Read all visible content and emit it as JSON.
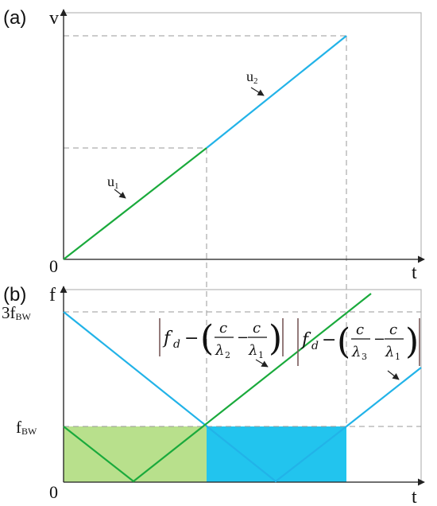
{
  "panel_a": {
    "label": "(a)",
    "y_axis_label": "v",
    "x_axis_label": "t",
    "origin_label": "0",
    "segment_1_label": "u",
    "segment_1_sub": "1",
    "segment_2_label": "u",
    "segment_2_sub": "2"
  },
  "panel_b": {
    "label": "(b)",
    "y_axis_label": "f",
    "x_axis_label": "t",
    "origin_label": "0",
    "tick_high": "3f",
    "tick_high_sub": "BW",
    "tick_low": "f",
    "tick_low_sub": "BW",
    "formula_1": {
      "f": "f",
      "d": "d",
      "minus": "−",
      "c_num": "c",
      "lambda": "λ",
      "sub_a": "2",
      "sub_b": "1"
    },
    "formula_2": {
      "f": "f",
      "d": "d",
      "minus": "−",
      "c_num": "c",
      "lambda": "λ",
      "sub_a": "3",
      "sub_b": "1"
    }
  },
  "colors": {
    "green_line": "#1aaa3c",
    "blue_line": "#22b3e8",
    "green_fill": "#b8e08c",
    "blue_fill": "#22c4ee",
    "dashed": "#9a9a9a",
    "axis": "#222222"
  }
}
